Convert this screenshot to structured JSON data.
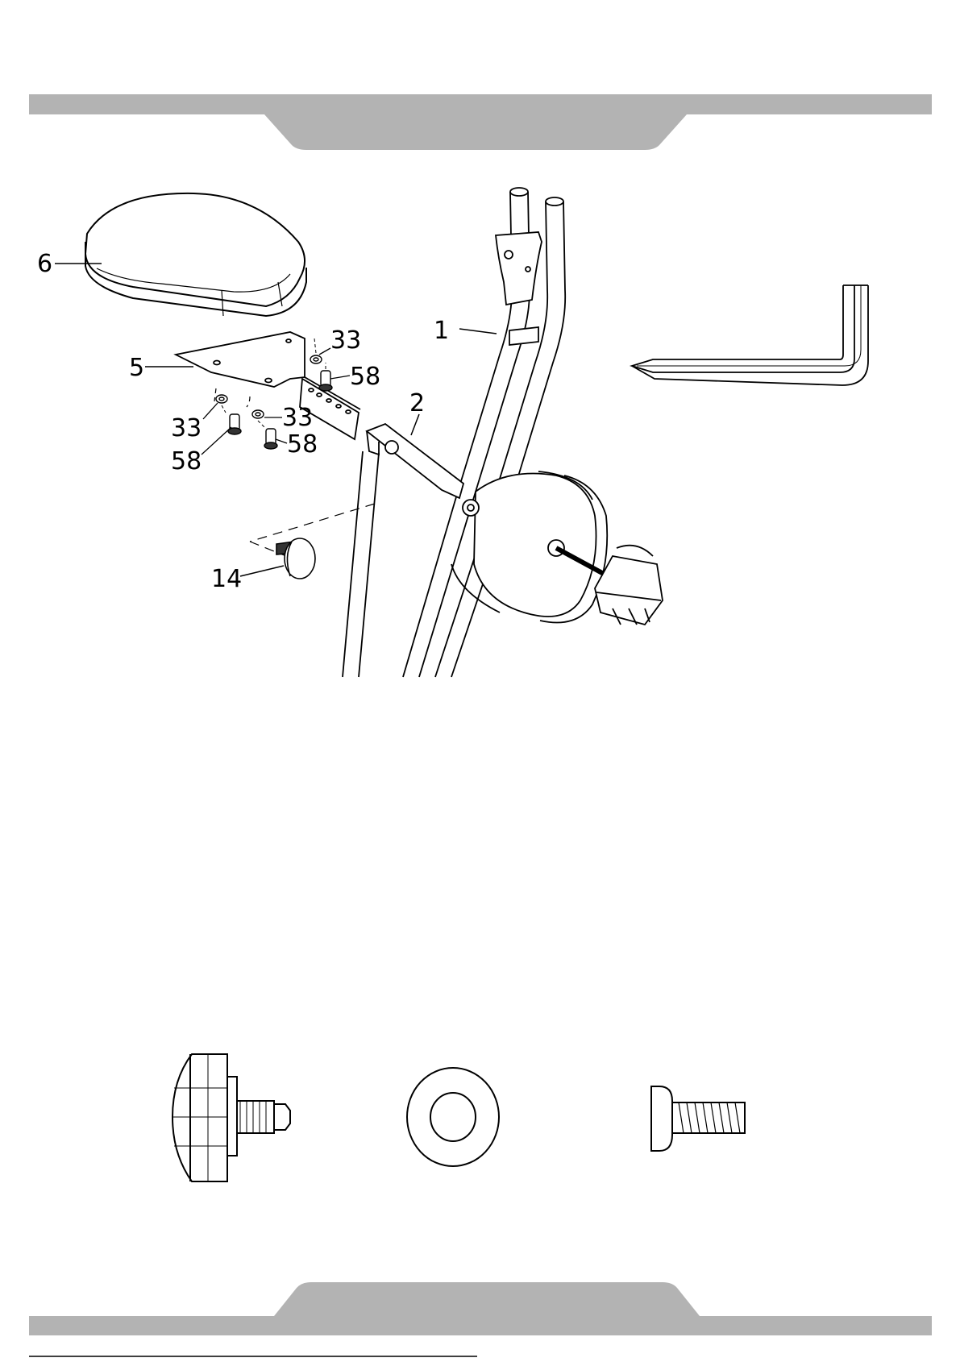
{
  "document": {
    "callouts": {
      "seat": "6",
      "seat_bracket": "5",
      "main_frame": "1",
      "seat_post": "2",
      "knob": "14",
      "washer_top": "33",
      "bolt_top": "58",
      "washer_left": "33",
      "bolt_left": "58",
      "washer_mid": "33",
      "bolt_mid": "58"
    }
  },
  "colors": {
    "band": "#b3b3b3",
    "line": "#000000"
  },
  "icons": {
    "allen_key": "allen-key-icon",
    "knob": "adjustment-knob-icon",
    "washer": "washer-icon",
    "bolt": "hex-bolt-icon"
  }
}
